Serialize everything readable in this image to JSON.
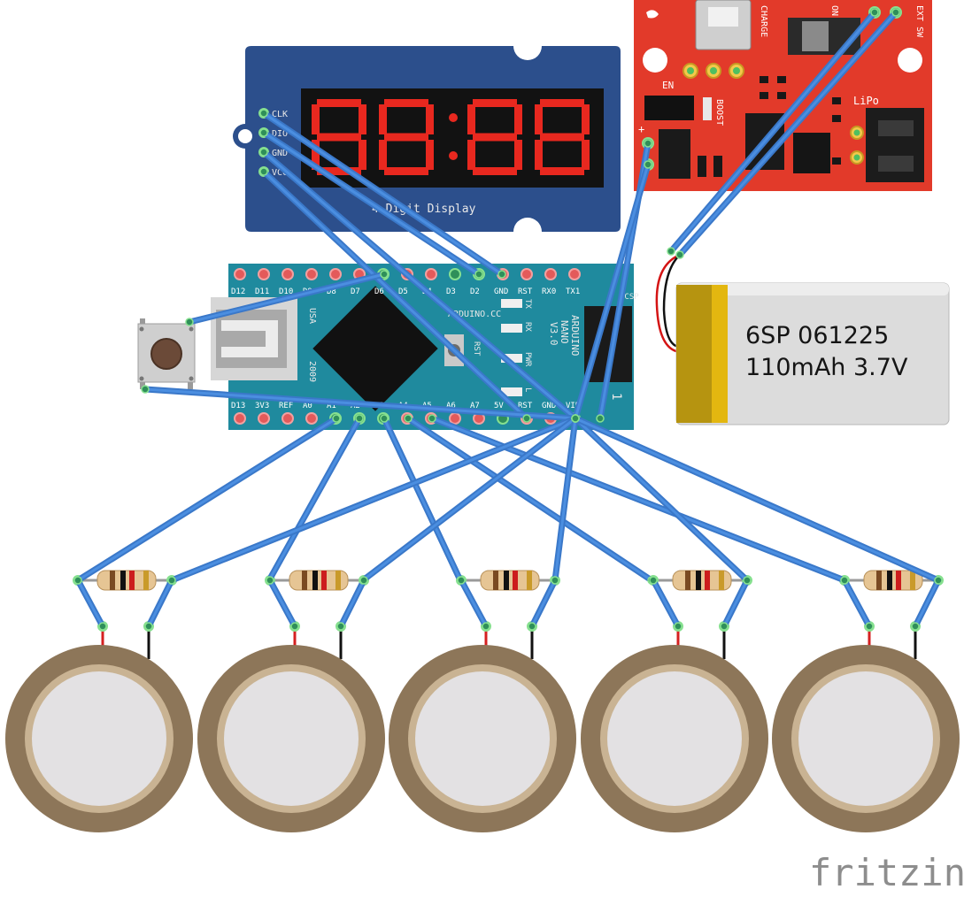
{
  "display": {
    "title": "4-Digit Display",
    "pin_clk": "CLK",
    "pin_dio": "DIO",
    "pin_gnd": "GND",
    "pin_vcc": "VCC"
  },
  "nano": {
    "top_pins": [
      "D12",
      "D11",
      "D10",
      "D9",
      "D8",
      "D7",
      "D6",
      "D5",
      "D4",
      "D3",
      "D2",
      "GND",
      "RST",
      "RX0",
      "TX1"
    ],
    "bottom_pins": [
      "D13",
      "3V3",
      "REF",
      "A0",
      "A1",
      "A2",
      "A3",
      "A4",
      "A5",
      "A6",
      "A7",
      "5V",
      "RST",
      "GND",
      "VIN"
    ],
    "usa": "USA",
    "year": "2009",
    "site": "ARDUINO.CC",
    "name_lines": [
      "ARDUINO",
      "NANO",
      "V3.0"
    ],
    "led_tx": "TX",
    "led_rx": "RX",
    "led_pwr": "PWR",
    "led_l": "L",
    "rst": "RST",
    "icsp": "ICSP",
    "icsp_one": "1"
  },
  "charger": {
    "charge": "CHARGE",
    "on": "ON",
    "en": "EN",
    "boost": "BOOST",
    "lipo": "LiPo",
    "ext_sw": "EXT SW",
    "plus": "+",
    "minus": "-"
  },
  "battery": {
    "line1": "6SP 061225",
    "line2": "110mAh 3.7V"
  },
  "watermark": "fritzing",
  "colors": {
    "wire": "#3a78c9",
    "wire_core": "#4b8ee0",
    "display_board": "#2c4f8c",
    "display_led": "#e8281f",
    "nano_board": "#1f8a9e",
    "charger_board": "#e23a2a",
    "battery_body": "#dcdcdc",
    "battery_tab": "#e3b710"
  }
}
